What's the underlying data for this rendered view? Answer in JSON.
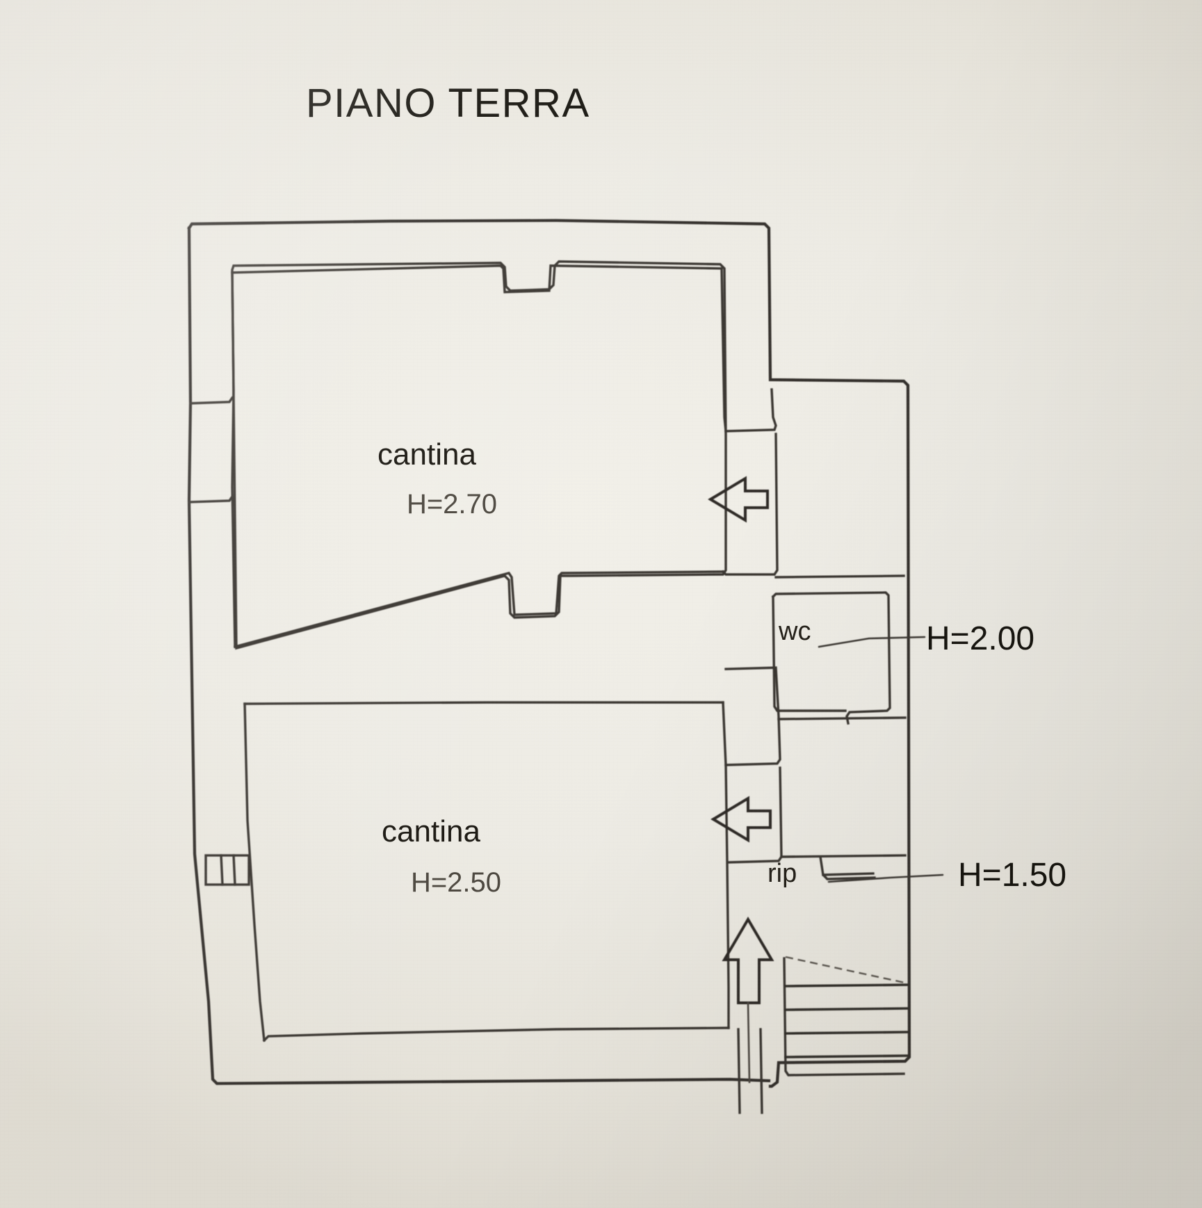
{
  "document": {
    "type": "architectural-floor-plan",
    "title": "PIANO TERRA",
    "language": "it",
    "medium": "scanned paper drawing"
  },
  "title": {
    "text": "PIANO TERRA"
  },
  "rooms": [
    {
      "id": "cantina-upper",
      "label": "cantina",
      "height_label": "H=2.70",
      "height_value": 2.7
    },
    {
      "id": "cantina-lower",
      "label": "cantina",
      "height_label": "H=2.50",
      "height_value": 2.5
    },
    {
      "id": "wc",
      "label": "wc",
      "height_label": "H=2.00",
      "height_value": 2.0
    },
    {
      "id": "ripostiglio",
      "label": "rip",
      "height_label": "H=1.50",
      "height_value": 1.5
    }
  ],
  "dimension_callouts": [
    {
      "id": "callout-wc",
      "text": "H=2.00"
    },
    {
      "id": "callout-rip",
      "text": "H=1.50"
    }
  ],
  "symbols": [
    {
      "id": "direction-arrow-upper",
      "name": "left-arrow-icon",
      "direction": "left"
    },
    {
      "id": "direction-arrow-lower",
      "name": "left-arrow-icon",
      "direction": "left"
    },
    {
      "id": "stair-up-arrow",
      "name": "up-arrow-icon",
      "direction": "up"
    },
    {
      "id": "staircase",
      "name": "staircase-icon",
      "treads": 5
    },
    {
      "id": "window-left-wall",
      "name": "window-icon"
    }
  ],
  "colors": {
    "paper": "#eeece5",
    "ink": "#2e2a26",
    "ink_soft": "#4c473f"
  }
}
